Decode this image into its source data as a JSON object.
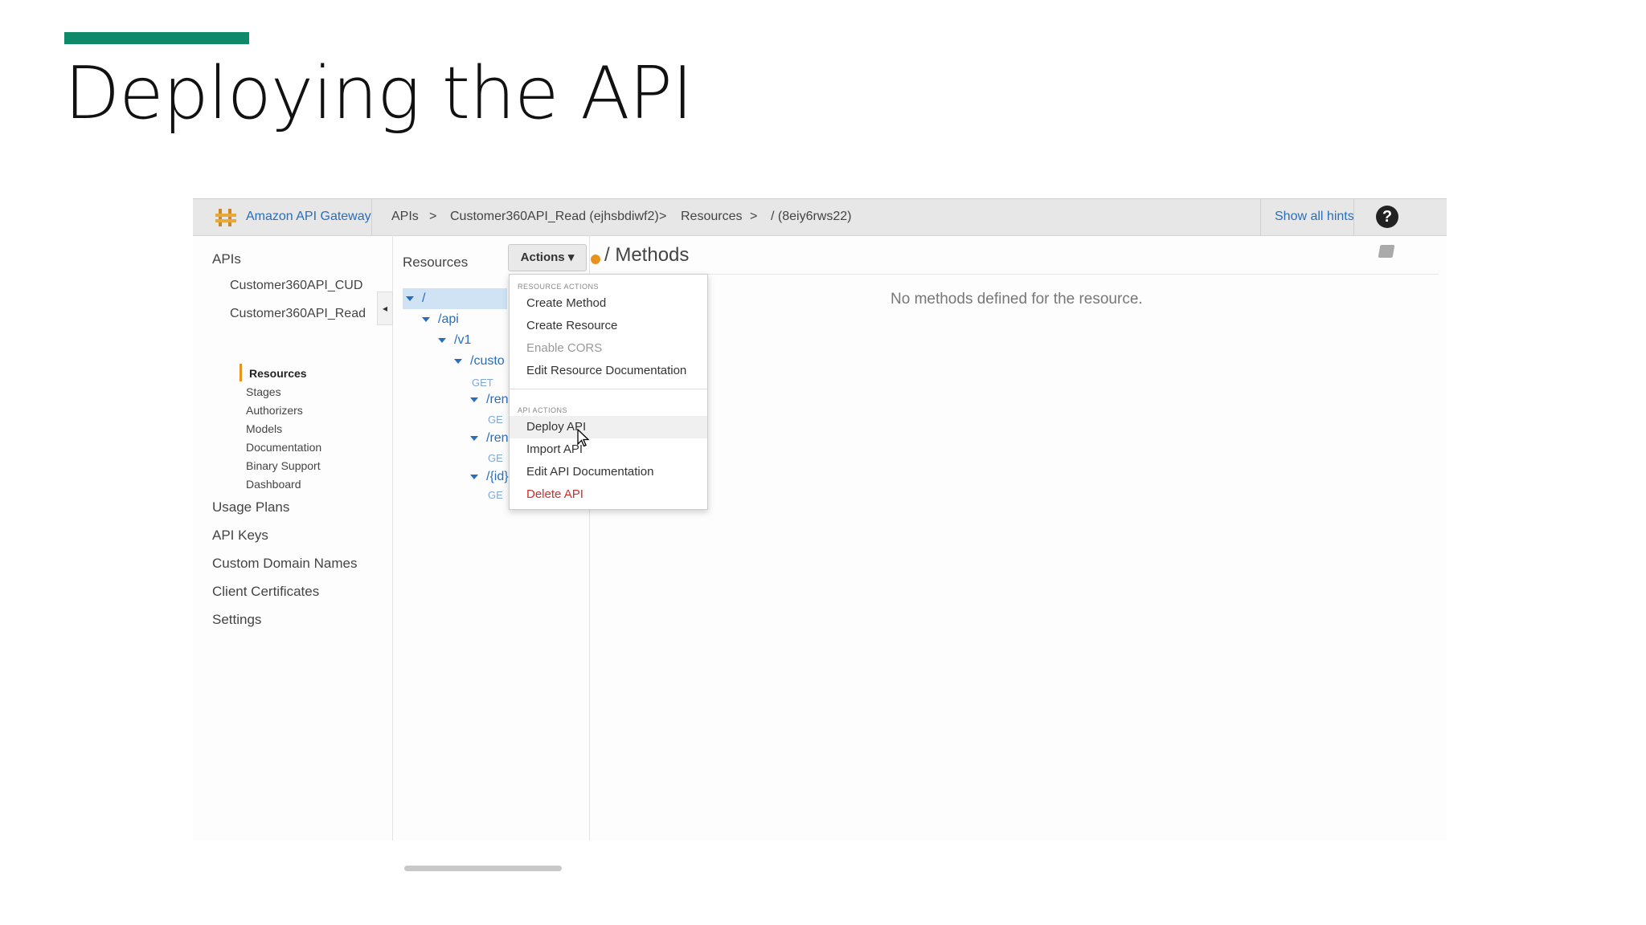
{
  "slide": {
    "title": "Deploying the API"
  },
  "colors": {
    "accent": "#0e8a6a",
    "link": "#2a6ebb",
    "active": "#e8931d",
    "danger": "#cc2e2e"
  },
  "header": {
    "brand": "Amazon API Gateway",
    "breadcrumbs": [
      "APIs",
      ">",
      "Customer360API_Read (ejhsbdiwf2)",
      ">",
      "Resources",
      ">",
      "/ (8eiy6rws22)"
    ],
    "hints": "Show all hints",
    "help_icon": "?"
  },
  "leftnav": {
    "apis_label": "APIs",
    "apis": [
      "Customer360API_CUD",
      "Customer360API_Read"
    ],
    "sub_items": [
      "Resources",
      "Stages",
      "Authorizers",
      "Models",
      "Documentation",
      "Binary Support",
      "Dashboard"
    ],
    "active": "Resources",
    "bottom_items": [
      "Usage Plans",
      "API Keys",
      "Custom Domain Names",
      "Client Certificates",
      "Settings"
    ]
  },
  "resources": {
    "title": "Resources",
    "tree": [
      "/",
      "/api",
      "/v1",
      "/custo",
      "GET",
      "/ren",
      "GE",
      "/ren",
      "GE",
      "/{id}",
      "GE"
    ]
  },
  "main": {
    "actions_label": "Actions",
    "methods_title": "/ Methods",
    "empty_message": "No methods defined for the resource."
  },
  "actions_menu": {
    "resource_header": "RESOURCE ACTIONS",
    "resource_items": [
      "Create Method",
      "Create Resource",
      "Enable CORS",
      "Edit Resource Documentation"
    ],
    "api_header": "API ACTIONS",
    "api_items": [
      "Deploy API",
      "Import API",
      "Edit API Documentation",
      "Delete API"
    ]
  }
}
